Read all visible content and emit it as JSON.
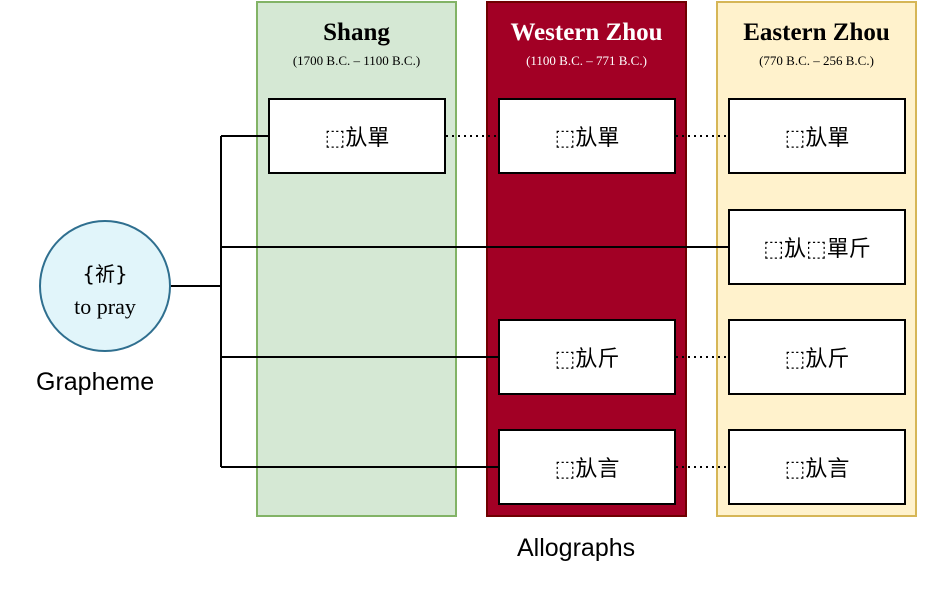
{
  "periods": [
    {
      "name": "Shang",
      "range": "(1700 B.C. – 1100 B.C.)"
    },
    {
      "name": "Western Zhou",
      "range": "(1100 B.C. – 771 B.C.)"
    },
    {
      "name": "Eastern Zhou",
      "range": "(770 B.C. – 256 B.C.)"
    }
  ],
  "grapheme": {
    "char": "{祈}",
    "gloss": "to pray",
    "caption": "Grapheme"
  },
  "allographs_caption": "Allographs",
  "forms": {
    "shang_1": "⬚㫃單",
    "western_1": "⬚㫃單",
    "eastern_1": "⬚㫃單",
    "eastern_2": "⬚㫃⬚單斤",
    "western_3": "⬚㫃斤",
    "eastern_3": "⬚㫃斤",
    "western_4": "⬚㫃言",
    "eastern_4": "⬚㫃言"
  },
  "colors": {
    "shang_fill": "#d5e8d4",
    "western_fill": "#a20025",
    "eastern_fill": "#fff2cc",
    "grapheme_fill": "#e1f5fa"
  }
}
